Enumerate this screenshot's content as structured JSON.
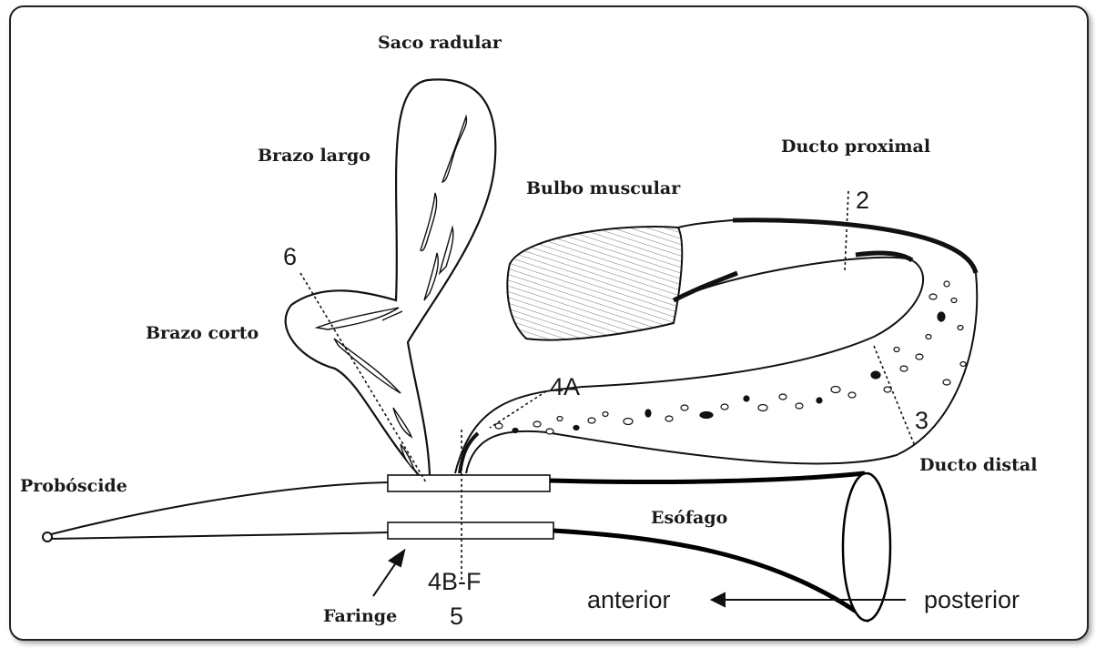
{
  "labels": {
    "saco_radular": "Saco radular",
    "brazo_largo": "Brazo largo",
    "brazo_corto": "Brazo corto",
    "bulbo_muscular": "Bulbo muscular",
    "ducto_proximal": "Ducto proximal",
    "ducto_distal": "Ducto distal",
    "proboscide": "Probóscide",
    "esofago": "Esófago",
    "faringe": "Faringe"
  },
  "section_marks": {
    "s2": "2",
    "s3": "3",
    "s4a": "4A",
    "s4bf": "4B-F",
    "s5": "5",
    "s6": "6"
  },
  "orientation": {
    "anterior": "anterior",
    "posterior": "posterior"
  }
}
